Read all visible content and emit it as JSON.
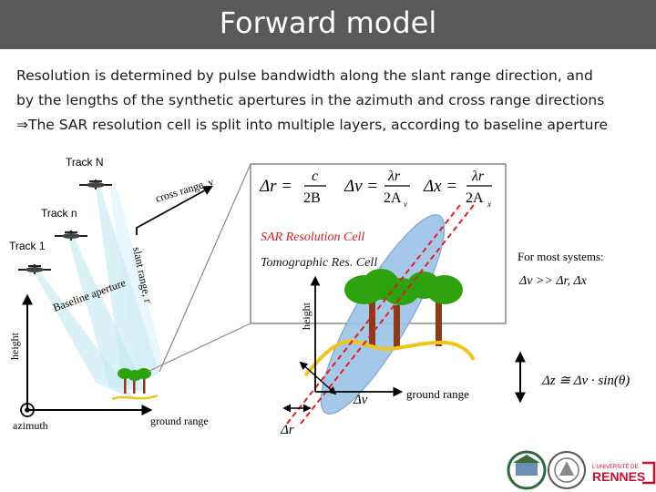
{
  "slide": {
    "title": "Forward model",
    "intro": [
      "Resolution is determined by pulse bandwidth along the slant range direction, and",
      "by the lengths of the synthetic apertures in the azimuth and cross range directions",
      "⇒The SAR resolution cell is split into multiple layers, according to baseline aperture"
    ]
  },
  "geometry": {
    "track_n_top": "Track N",
    "track_n": "Track n",
    "track_1": "Track 1",
    "cross_range": "cross range, v",
    "slant_range": "slant range, r",
    "baseline_aperture": "Baseline aperture",
    "height": "height",
    "azimuth": "azimuth",
    "ground_range": "ground range"
  },
  "formulas": {
    "dr_lhs": "Δr =",
    "dr_num": "c",
    "dr_den": "2B",
    "dv_lhs": "Δv =",
    "dv_num": "λr",
    "dv_den": "2A",
    "dv_sub": "v",
    "dx_lhs": "Δx =",
    "dx_num": "λr",
    "dx_den": "2A",
    "dx_sub": "x"
  },
  "cell": {
    "sar_cell": "SAR Resolution Cell",
    "tomo_cell": "Tomographic Res. Cell",
    "height": "height",
    "ground_range": "ground range",
    "dv": "Δv",
    "dr": "Δr"
  },
  "systems": {
    "heading": "For most systems:",
    "relation": "Δv >> Δr, Δx",
    "dz_formula": "Δz ≅ Δv · sin(θ)"
  },
  "logos": {
    "rennes_small": "L'UNIVERSITÉ DE",
    "rennes": "RENNES"
  },
  "colors": {
    "header": "#595959",
    "beam": "#bde6f2",
    "cell_fill": "#9cc3e6",
    "red_dash": "#e02020",
    "sar_label": "#d81b1b",
    "tree": "#2ea10e",
    "trunk": "#8b3a1a",
    "ground": "#f0c419",
    "rennes_red": "#c8102e"
  }
}
